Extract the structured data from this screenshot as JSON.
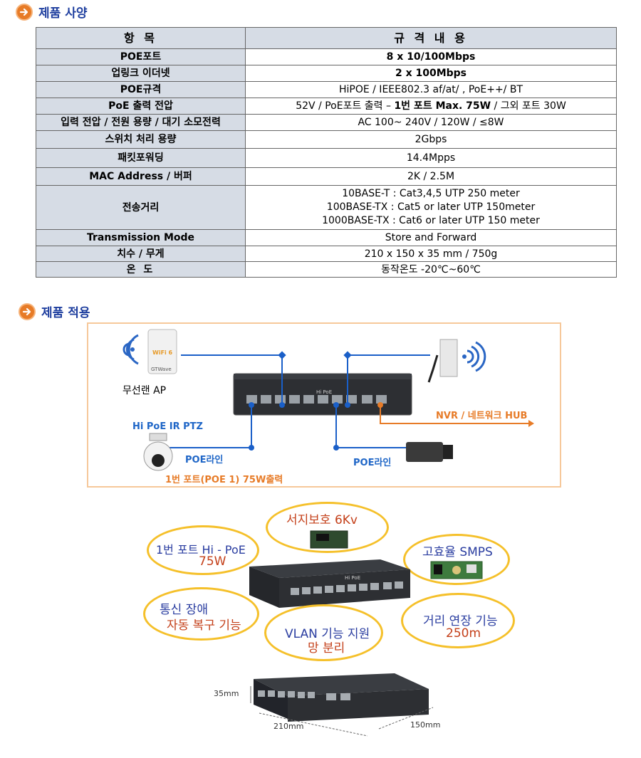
{
  "spec_section": {
    "title": "제품 사양"
  },
  "spec_table": {
    "header": {
      "item": "항 목",
      "spec": "규 격 내 용"
    },
    "rows": [
      {
        "item": "POE포트",
        "spec": "8 x 10/100Mbps"
      },
      {
        "item": "업링크 이더넷",
        "spec": "2 x 100Mbps"
      },
      {
        "item": "POE규격",
        "spec": "HiPOE / IEEE802.3 af/at/ , PoE++/ BT"
      },
      {
        "item": "PoE 출력 전압",
        "spec_a": "52V  /  PoE포트  출력 – ",
        "spec_b": "1번 포트 Max. 75W",
        "spec_c": " / 그외 포트 30W"
      },
      {
        "item": "입력 전압 / 전원 용량 / 대기 소모전력",
        "spec": "AC 100~ 240V / 120W / ≤8W"
      },
      {
        "item": "스위치 처리 용량",
        "spec": "2Gbps"
      },
      {
        "item": "패킷포워딩",
        "spec": "14.4Mpps"
      },
      {
        "item": "MAC Address / 버퍼",
        "spec": "2K / 2.5M"
      },
      {
        "item": "전송거리",
        "lines": [
          "10BASE-T :   Cat3,4,5 UTP 250 meter",
          "100BASE-TX :   Cat5 or later UTP 150meter",
          "1000BASE-TX :   Cat6 or later UTP 150 meter"
        ]
      },
      {
        "item": "Transmission Mode",
        "spec": "Store and Forward"
      },
      {
        "item": "치수 / 무게",
        "spec": "210 x 150 x 35 mm /  750g"
      },
      {
        "item": "온 도",
        "spec": "동작온도 -20℃~60℃"
      }
    ]
  },
  "app_section": {
    "title": "제품 적용"
  },
  "diagram": {
    "ap_label": "무선랜 AP",
    "ptz_label": "Hi PoE IR PTZ",
    "poe_line_left": "POE라인",
    "poe_line_right": "POE라인",
    "port1_label": "1번 포트(POE 1) 75W출력",
    "nvr_label": "NVR / 네트워크 HUB",
    "switch_brand": "Hi PoE",
    "ap_badge": "WiFi 6",
    "ap_brand": "GTWave"
  },
  "features": {
    "surge": {
      "line1": "서지보호  6Kv"
    },
    "port1": {
      "line1": "1번 포트 Hi - PoE",
      "line2": "75W"
    },
    "smps": {
      "line1": "고효율 SMPS"
    },
    "recovery": {
      "line1": "통신 장애",
      "line2": "자동 복구 기능"
    },
    "vlan": {
      "line1": "VLAN 기능 지원",
      "line2": "망 분리"
    },
    "distance": {
      "line1": "거리 연장 기능",
      "line2": "250m"
    },
    "switch_brand": "Hi PoE"
  },
  "dimensions": {
    "height": "35mm",
    "width": "210mm",
    "depth": "150mm"
  },
  "colors": {
    "accent_orange": "#e77b27",
    "title_blue": "#1f3f9f",
    "header_fill": "#d6dce5",
    "line_blue": "#1a5fc8",
    "bubble_yellow": "#f5c02a",
    "feature_red": "#c4401a"
  }
}
